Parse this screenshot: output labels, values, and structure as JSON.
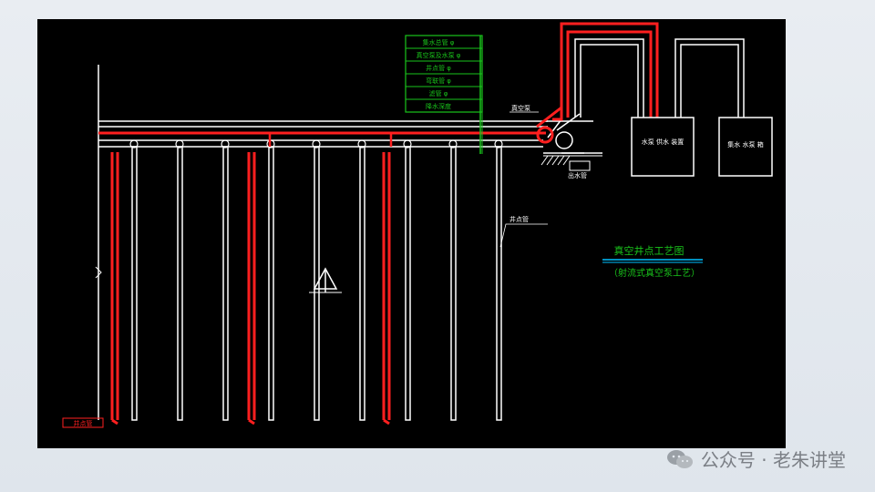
{
  "colors": {
    "background": "#000000",
    "line": "#ffffff",
    "accent_red": "#ff1f1f",
    "label_green": "#19c41b",
    "title_cyan": "#00bfff",
    "page": "#e4e9ef"
  },
  "diagram": {
    "legend_rows": [
      "集水总管 φ",
      "真空泵及水泵 φ",
      "井点管 φ",
      "弯联管 φ",
      "滤管 φ",
      "降水深度"
    ],
    "pump_room_label": "真空泵",
    "outlet_label": "出水管",
    "right_box_1": "水泵 供水 装置",
    "right_box_2": "集水 水泵 箱",
    "pipe_label": "井点管",
    "bottom_red_label": "井点管",
    "title_main": "真空井点工艺图",
    "title_sub": "（射流式真空泵工艺）"
  },
  "watermark": {
    "text": "公众号 · 老朱讲堂",
    "icon": "wechat-icon"
  }
}
